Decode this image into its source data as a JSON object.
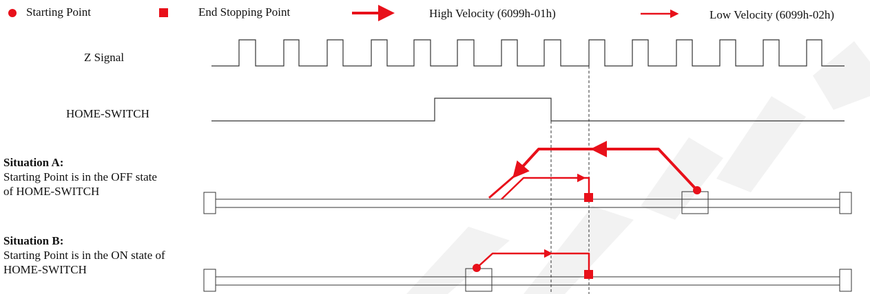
{
  "legend": {
    "starting_point": "Starting Point",
    "end_stopping_point": "End Stopping Point",
    "high_velocity": "High Velocity (6099h-01h)",
    "low_velocity": "Low Velocity (6099h-02h)"
  },
  "signals": {
    "z_signal": "Z Signal",
    "home_switch": "HOME-SWITCH"
  },
  "situation_a": {
    "title": "Situation A:",
    "line1": "Starting Point is in the OFF state",
    "line2": "of HOME-SWITCH"
  },
  "situation_b": {
    "title": "Situation B:",
    "line1": "Starting Point is in the ON state of",
    "line2": "HOME-SWITCH"
  },
  "colors": {
    "marker": "#e8101a",
    "line": "#333333",
    "watermark": "#ececec"
  }
}
